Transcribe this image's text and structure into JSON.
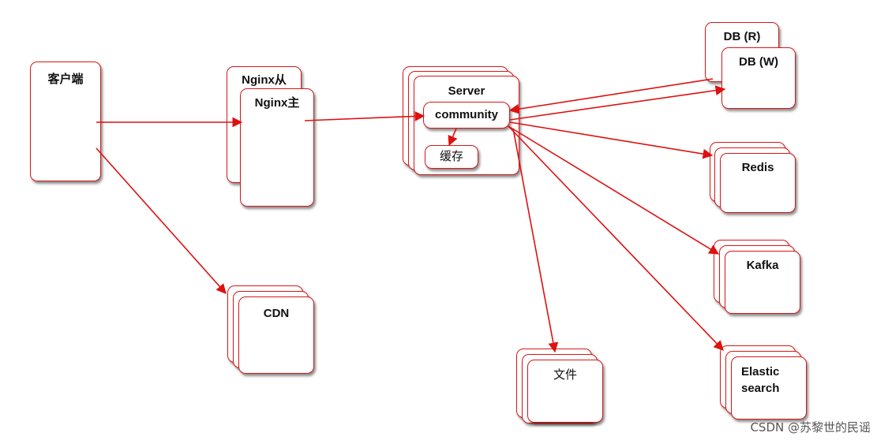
{
  "nodes": {
    "client": "客户端",
    "nginx_slave": "Nginx从",
    "nginx_master": "Nginx主",
    "server": "Server",
    "community": "community",
    "cache": "缓存",
    "db_read": "DB (R)",
    "db_write": "DB (W)",
    "redis": "Redis",
    "kafka": "Kafka",
    "elasticsearch_line1": "Elastic",
    "elasticsearch_line2": "search",
    "cdn": "CDN",
    "files": "文件"
  },
  "watermark": "CSDN @苏黎世的民谣",
  "colors": {
    "line": "#dd1111",
    "border": "#d81818"
  }
}
